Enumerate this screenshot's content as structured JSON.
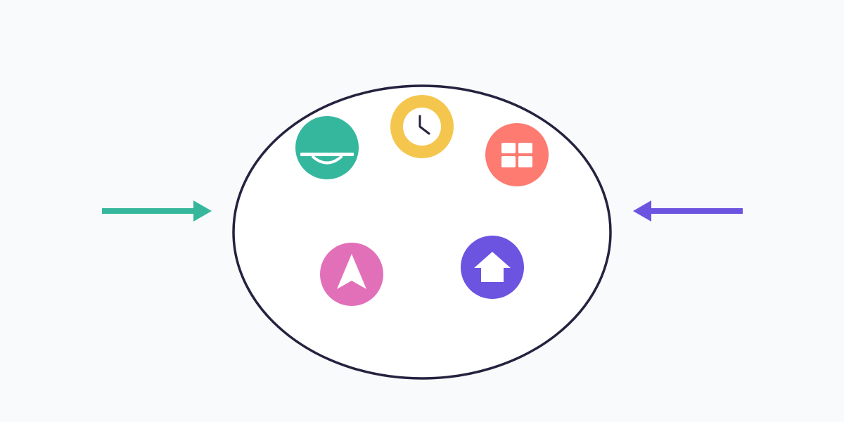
{
  "canvas": {
    "background": "#f8fafb"
  },
  "container": {
    "name": "ellipse-container",
    "fill": "#ffffff",
    "stroke": "#25223f"
  },
  "arrows": [
    {
      "name": "left-arrow",
      "direction": "right",
      "color": "#36b79c"
    },
    {
      "name": "right-arrow",
      "direction": "left",
      "color": "#6c53e0"
    }
  ],
  "icons": [
    {
      "name": "bowl-icon",
      "shape": "bowl",
      "color": "#35b79e"
    },
    {
      "name": "clock-icon",
      "shape": "clock",
      "color": "#f5c64e"
    },
    {
      "name": "window-icon",
      "shape": "window",
      "color": "#fd7b71"
    },
    {
      "name": "navigation-icon",
      "shape": "navigation",
      "color": "#e170b9"
    },
    {
      "name": "home-icon",
      "shape": "home",
      "color": "#6c53e0"
    }
  ]
}
